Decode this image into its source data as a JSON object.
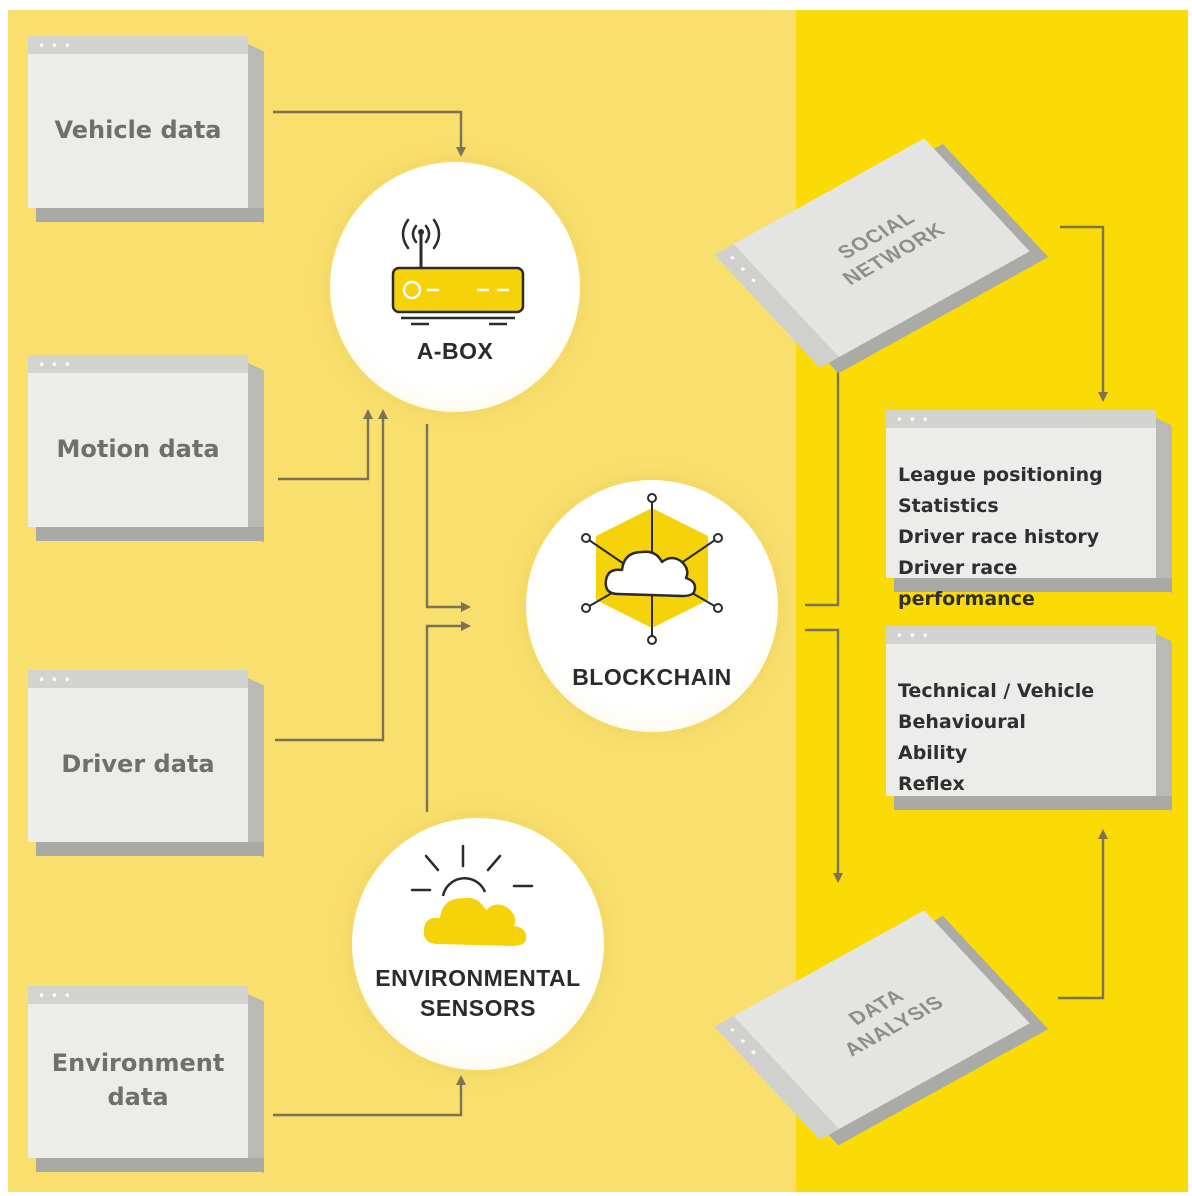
{
  "inputs": {
    "vehicle": "Vehicle data",
    "motion": "Motion data",
    "driver": "Driver data",
    "environment": [
      "Environment",
      "data"
    ]
  },
  "window_dots": "• • •",
  "nodes": {
    "abox": "A-BOX",
    "blockchain": "BLOCKCHAIN",
    "env_sensors": [
      "ENVIRONMENTAL",
      "SENSORS"
    ]
  },
  "outputs": {
    "social_network": [
      "SOCIAL",
      "NETWORK"
    ],
    "data_analysis": [
      "DATA",
      "ANALYSIS"
    ],
    "performance_list": [
      "League positioning",
      "Statistics",
      "Driver race history",
      "Driver race performance"
    ],
    "profile_list": [
      "Technical / Vehicle",
      "Behavioural",
      "Ability",
      "Reflex"
    ]
  },
  "colors": {
    "left_bg": "#f8df6e",
    "right_bg": "#fbdb05",
    "accent_yellow": "#f5d20a",
    "arrow": "#7a7356",
    "box_face": "#ececea"
  },
  "icons": {
    "abox": "router-icon",
    "blockchain": "cloud-network-icon",
    "env_sensors": "sun-cloud-icon"
  }
}
